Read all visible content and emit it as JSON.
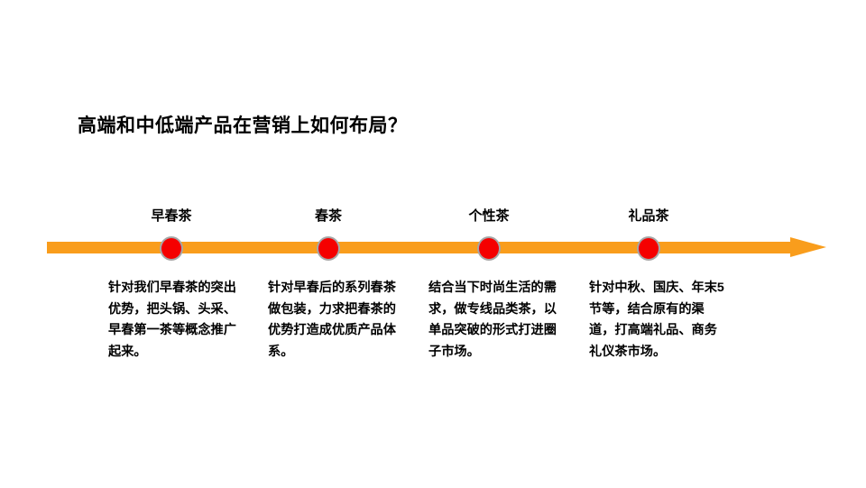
{
  "slide": {
    "title": "高端和中低端产品在营销上如何布局？",
    "background_color": "#FFFFFF"
  },
  "timeline": {
    "axis_color": "#F99D1C",
    "marker_fill_color": "#F50000",
    "marker_ring_color": "#A6A6A6",
    "arrow_direction": "right",
    "milestones": [
      {
        "label": "早春茶",
        "description": "针对我们早春茶的突出优势，把头锅、头采、早春第一茶等概念推广起来。"
      },
      {
        "label": "春茶",
        "description": "针对早春后的系列春茶做包装，力求把春茶的优势打造成优质产品体系。"
      },
      {
        "label": "个性茶",
        "description": "结合当下时尚生活的需求，做专线品类茶，以单品突破的形式打进圈子市场。"
      },
      {
        "label": "礼品茶",
        "description": "针对中秋、国庆、年末5节等，结合原有的渠道，打高端礼品、商务礼仪茶市场。"
      }
    ]
  }
}
